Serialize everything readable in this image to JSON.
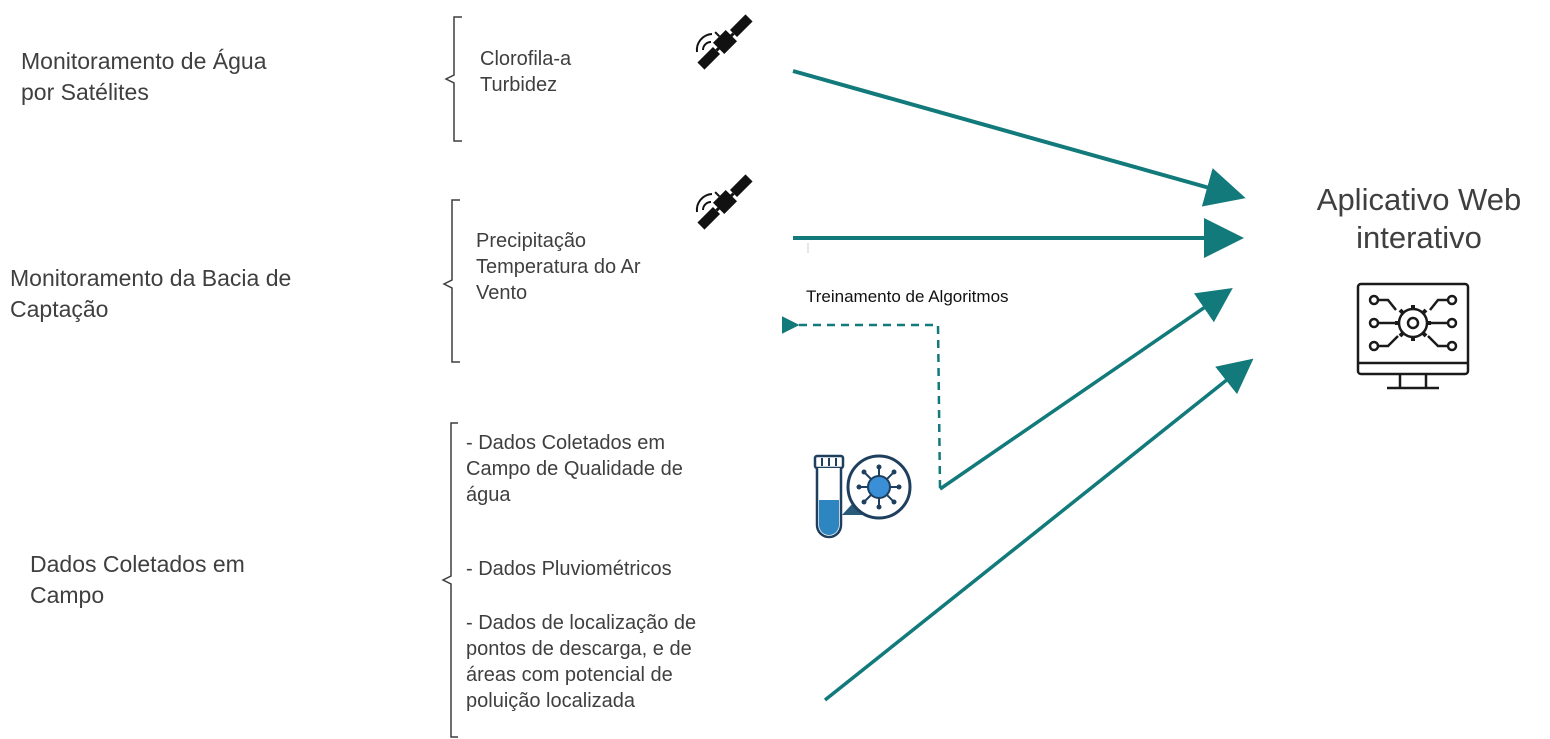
{
  "groups": [
    {
      "label_lines": [
        "Monitoramento de Água",
        "por Satélites"
      ],
      "items": [
        "Clorofila-a",
        "Turbidez"
      ]
    },
    {
      "label_lines": [
        "Monitoramento da Bacia de",
        "Captação"
      ],
      "items": [
        "Precipitação",
        "Temperatura do Ar",
        "Vento"
      ]
    },
    {
      "label_lines": [
        "Dados Coletados em",
        "Campo"
      ],
      "items": [
        [
          "- Dados Coletados em",
          "Campo de Qualidade de",
          "água"
        ],
        [
          "- Dados Pluviométricos"
        ],
        [
          "- Dados de localização de",
          "pontos de descarga, e de",
          "áreas com potencial de",
          "poluição localizada"
        ]
      ]
    }
  ],
  "target": {
    "title_lines": [
      "Aplicativo Web",
      "interativo"
    ]
  },
  "training_label": "Treinamento de Algoritmos",
  "icons": [
    "satellite-icon",
    "satellite-icon",
    "water-sample-icon",
    "monitor-gear-icon"
  ],
  "colors": {
    "arrow": "#127a7a",
    "text": "#3f3f3f",
    "bracket": "#3f3f3f"
  }
}
